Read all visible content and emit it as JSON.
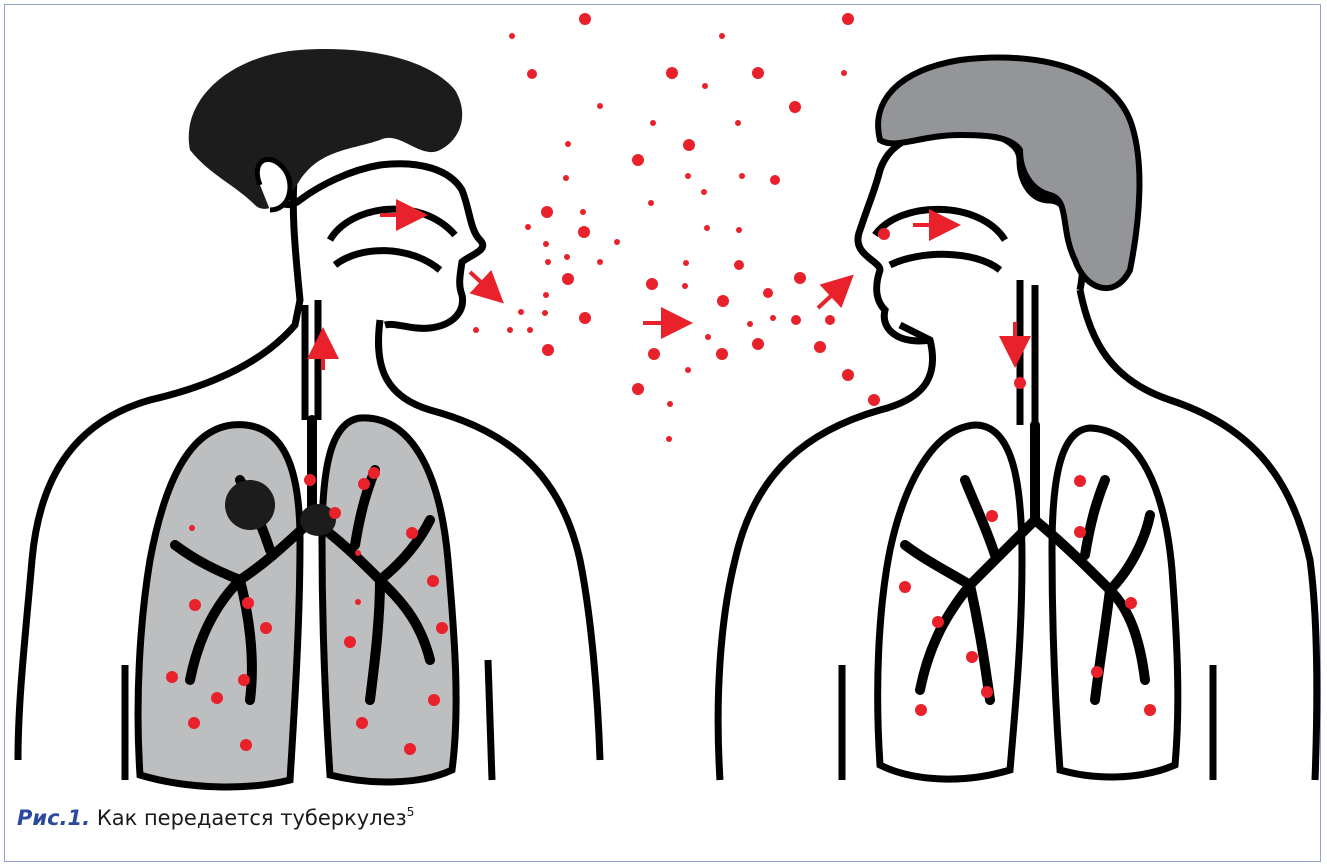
{
  "figure": {
    "caption_label": "Рис.1.",
    "caption_text": "Как передается туберкулез",
    "caption_ref": "5"
  },
  "colors": {
    "frame": "#8fa2c9",
    "caption_label": "#2b4a9b",
    "droplet": "#e8212b",
    "infected_lungs": "#bcbec0",
    "left_hair": "#1c1c1c",
    "right_hair": "#939598",
    "outline": "#000000"
  },
  "icons": {
    "droplet": "red-dot",
    "airflow_arrow": "red-arrow"
  }
}
